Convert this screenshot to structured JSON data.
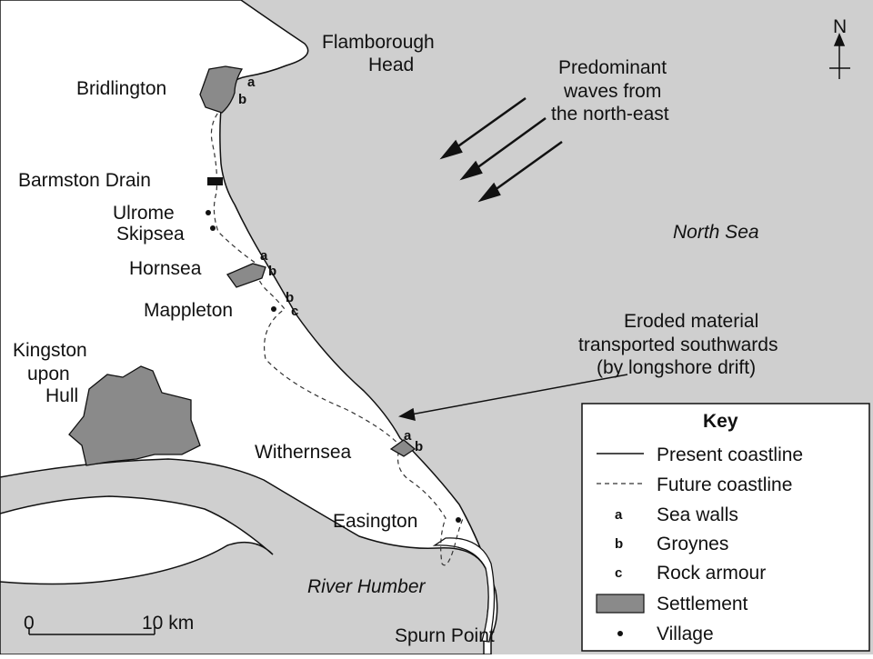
{
  "map": {
    "north_label": "N",
    "places": {
      "flamborough_l1": "Flamborough",
      "flamborough_l2": "Head",
      "bridlington": "Bridlington",
      "barmston": "Barmston Drain",
      "ulrome": "Ulrome",
      "skipsea": "Skipsea",
      "hornsea": "Hornsea",
      "mappleton": "Mappleton",
      "hull_l1": "Kingston",
      "hull_l2": "upon",
      "hull_l3": "Hull",
      "withernsea": "Withernsea",
      "easington": "Easington",
      "spurn": "Spurn Point"
    },
    "waters": {
      "north_sea": "North Sea",
      "humber": "River Humber"
    },
    "waves": {
      "line1": "Predominant",
      "line2": "waves from",
      "line3": "the north-east"
    },
    "drift": {
      "line1": "Eroded material",
      "line2": "transported southwards",
      "line3": "(by longshore drift)"
    },
    "markers": {
      "a": "a",
      "b": "b",
      "c": "c"
    },
    "scale": {
      "zero": "0",
      "ten": "10 km"
    },
    "key": {
      "title": "Key",
      "present": "Present coastline",
      "future": "Future coastline",
      "a_letter": "a",
      "a_text": "Sea walls",
      "b_letter": "b",
      "b_text": "Groynes",
      "c_letter": "c",
      "c_text": "Rock armour",
      "settlement": "Settlement",
      "village": "Village"
    },
    "colors": {
      "sea": "#cfcfcf",
      "land": "#ffffff",
      "settlement": "#8a8a8a",
      "ink": "#111111"
    }
  }
}
